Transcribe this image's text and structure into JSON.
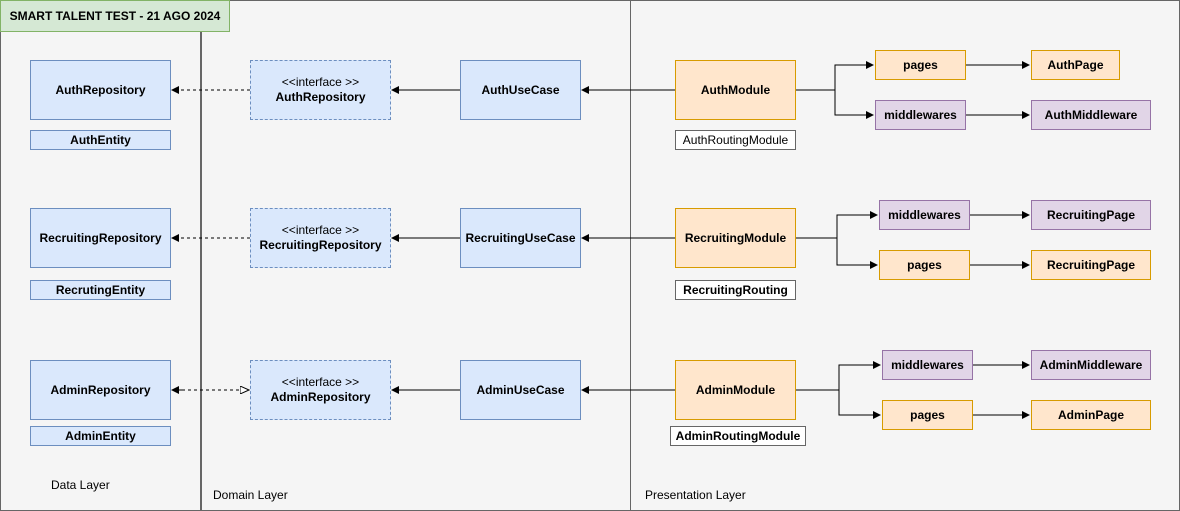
{
  "title": "SMART TALENT TEST - 21 AGO 2024",
  "layers": {
    "data": "Data Layer",
    "domain": "Domain Layer",
    "presentation": "Presentation Layer"
  },
  "stereotype": "<<interface >>",
  "auth": {
    "repository": "AuthRepository",
    "entity": "AuthEntity",
    "interface_repository": "AuthRepository",
    "use_case": "AuthUseCase",
    "module": "AuthModule",
    "routing": "AuthRoutingModule",
    "pages": "pages",
    "page": "AuthPage",
    "middlewares": "middlewares",
    "middleware": "AuthMiddleware"
  },
  "recruiting": {
    "repository": "RecruitingRepository",
    "entity": "RecrutingEntity",
    "interface_repository": "RecruitingRepository",
    "use_case": "RecruitingUseCase",
    "module": "RecruitingModule",
    "routing": "RecruitingRouting",
    "middlewares": "middlewares",
    "middleware_page": "RecruitingPage",
    "pages": "pages",
    "page": "RecruitingPage"
  },
  "admin": {
    "repository": "AdminRepository",
    "entity": "AdminEntity",
    "interface_repository": "AdminRepository",
    "use_case": "AdminUseCase",
    "module": "AdminModule",
    "routing": "AdminRoutingModule",
    "middlewares": "middlewares",
    "middleware": "AdminMiddleware",
    "pages": "pages",
    "page": "AdminPage"
  },
  "colors": {
    "blue_fill": "#dae8fc",
    "blue_stroke": "#6c8ebf",
    "orange_fill": "#ffe6cc",
    "orange_stroke": "#d79b00",
    "purple_fill": "#e1d5e7",
    "purple_stroke": "#9673a6",
    "green_fill": "#d5e8d4",
    "green_stroke": "#82b366"
  }
}
